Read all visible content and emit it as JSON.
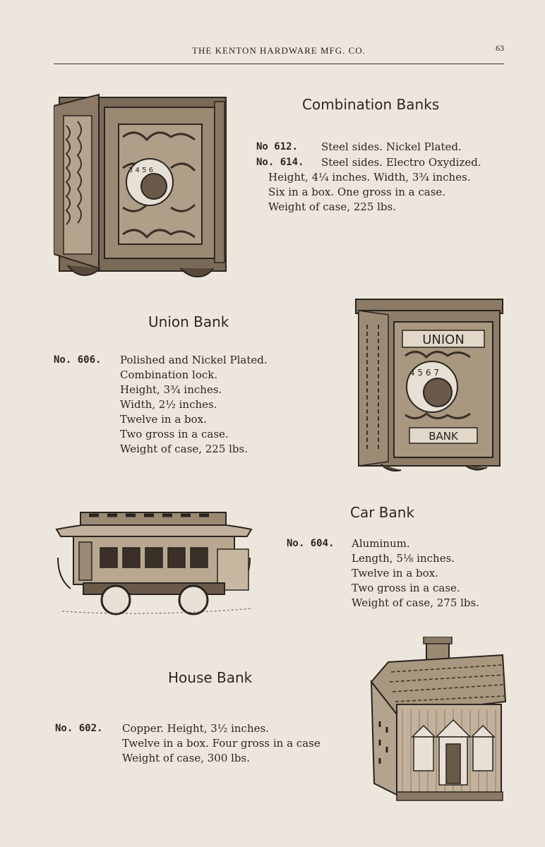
{
  "header": {
    "title": "THE KENTON HARDWARE MFG. CO.",
    "page_number": "63"
  },
  "combination": {
    "heading": "Combination Banks",
    "num1": "No 612.",
    "line1": "Steel sides.   Nickel Plated.",
    "num2": "No. 614.",
    "line2": "Steel sides.   Electro Oxydized.",
    "line3": "Height, 4¼ inches.  Width, 3¾ inches.",
    "line4": "Six in a box.   One gross in a case.",
    "line5": "Weight of case, 225 lbs.",
    "dial_numbers": "3 4 5 6"
  },
  "union": {
    "heading": "Union Bank",
    "num": "No. 606.",
    "lines": [
      "Polished and Nickel Plated.",
      "Combination lock.",
      "Height, 3¾ inches.",
      "Width, 2½ inches.",
      "Twelve in a box.",
      "Two gross in a case.",
      "Weight of case, 225 lbs."
    ],
    "plate_top": "UNION",
    "plate_bottom": "BANK",
    "dial_numbers": "4 5 6 7"
  },
  "car": {
    "heading": "Car Bank",
    "num": "No. 604.",
    "lines": [
      "Aluminum.",
      "Length, 5⅛ inches.",
      "Twelve in a box.",
      "Two gross in a case.",
      "Weight of case, 275 lbs."
    ]
  },
  "house": {
    "heading": "House Bank",
    "num": "No. 602.",
    "lines": [
      "Copper.   Height, 3½ inches.",
      "Twelve in a box.   Four gross in a case",
      "Weight of case, 300 lbs."
    ]
  }
}
